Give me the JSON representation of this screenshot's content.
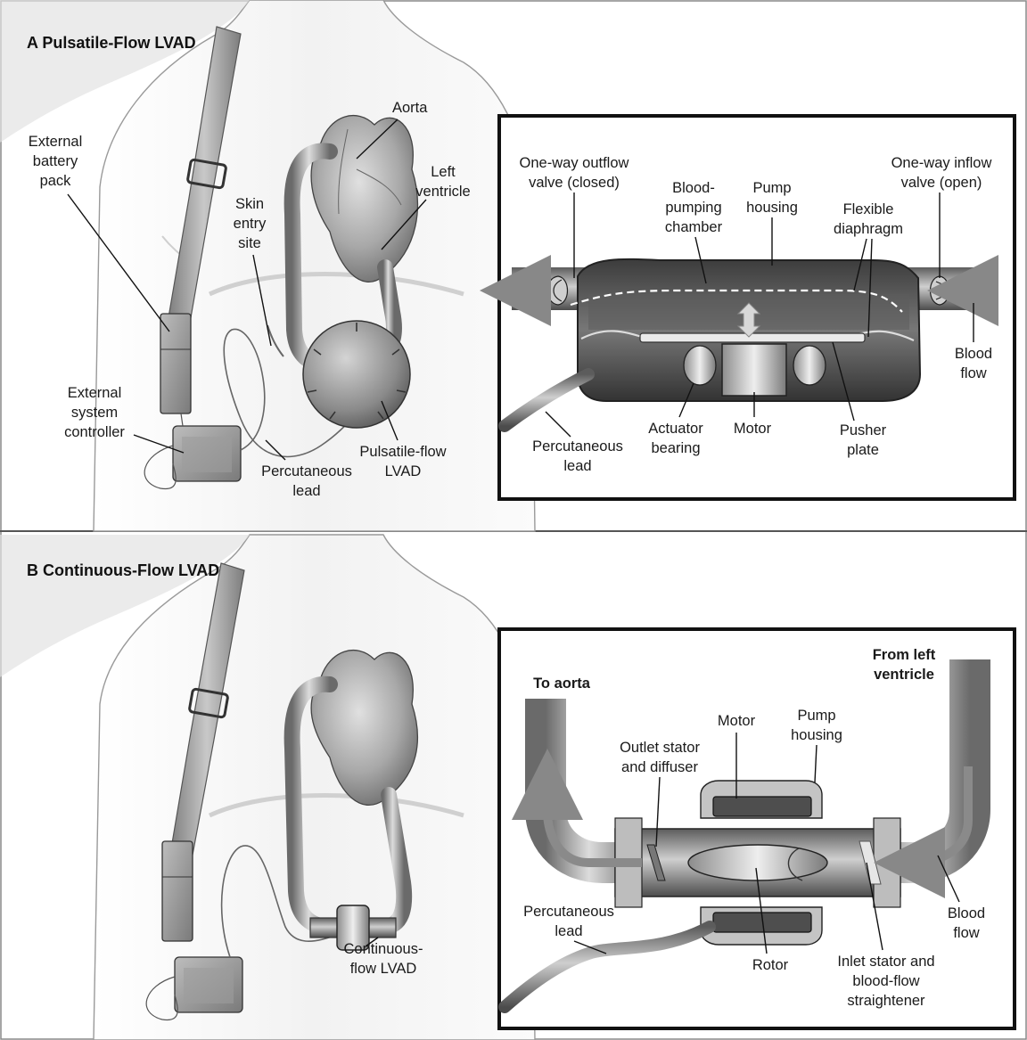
{
  "panel_a": {
    "title": "A Pulsatile-Flow LVAD",
    "labels": {
      "aorta": "Aorta",
      "left_ventricle": [
        "Left",
        "ventricle"
      ],
      "external_battery_pack": [
        "External",
        "battery",
        "pack"
      ],
      "skin_entry_site": [
        "Skin",
        "entry",
        "site"
      ],
      "external_system_controller": [
        "External",
        "system",
        "controller"
      ],
      "percutaneous_lead": [
        "Percutaneous",
        "lead"
      ],
      "pulsatile_flow_lvad": [
        "Pulsatile-flow",
        "LVAD"
      ]
    },
    "inset": {
      "one_way_outflow_valve": [
        "One-way outflow",
        "valve (closed)"
      ],
      "blood_pumping_chamber": [
        "Blood-",
        "pumping",
        "chamber"
      ],
      "pump_housing": [
        "Pump",
        "housing"
      ],
      "flexible_diaphragm": [
        "Flexible",
        "diaphragm"
      ],
      "one_way_inflow_valve": [
        "One-way inflow",
        "valve (open)"
      ],
      "blood_flow": [
        "Blood",
        "flow"
      ],
      "percutaneous_lead": [
        "Percutaneous",
        "lead"
      ],
      "actuator_bearing": [
        "Actuator",
        "bearing"
      ],
      "motor": "Motor",
      "pusher_plate": [
        "Pusher",
        "plate"
      ]
    }
  },
  "panel_b": {
    "title": "B Continuous-Flow LVAD",
    "labels": {
      "continuous_flow_lvad": [
        "Continuous-",
        "flow LVAD"
      ]
    },
    "inset": {
      "to_aorta": "To aorta",
      "from_left_ventricle": [
        "From left",
        "ventricle"
      ],
      "motor": "Motor",
      "pump_housing": [
        "Pump",
        "housing"
      ],
      "outlet_stator": [
        "Outlet stator",
        "and diffuser"
      ],
      "percutaneous_lead": [
        "Percutaneous",
        "lead"
      ],
      "rotor": "Rotor",
      "inlet_stator": [
        "Inlet stator and",
        "blood-flow",
        "straightener"
      ],
      "blood_flow": [
        "Blood",
        "flow"
      ]
    }
  }
}
